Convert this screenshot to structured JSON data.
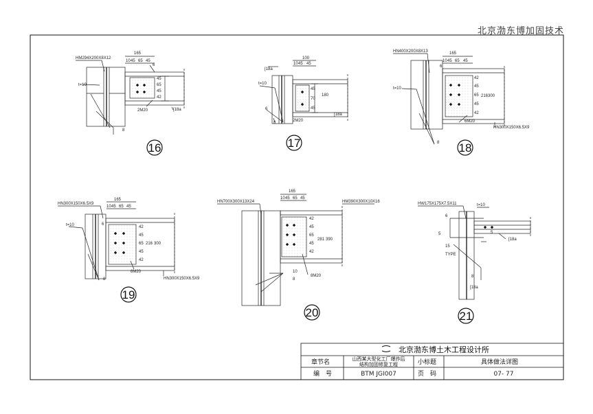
{
  "brand": "北京渤东博加固技术",
  "details": [
    {
      "id": "16",
      "member_label": "HM294X200X8X12",
      "dims_top": [
        "165",
        "10",
        "45",
        "65",
        "45"
      ],
      "dims_side": [
        "45",
        "65",
        "45",
        "42"
      ],
      "bolt_label": "2M20",
      "weld_size": "t=10",
      "fillet_1": "6",
      "fillet_2": "8",
      "channel_label": "[18a"
    },
    {
      "id": "17",
      "dims_top": [
        "100",
        "10",
        "45",
        "45"
      ],
      "dims_side": [
        "45",
        "70",
        "45"
      ],
      "height": "180",
      "bolt_label": "2M20",
      "weld_size": "t=10",
      "fillet_1": "6",
      "fillet_2": "8",
      "channel_top": "[18a",
      "channel_right": "[18a"
    },
    {
      "id": "18",
      "member_label": "HN400X200X8X13",
      "dims_top": [
        "165",
        "10",
        "45",
        "65",
        "45"
      ],
      "dims_side": [
        "42",
        "45",
        "65",
        "45",
        "42"
      ],
      "height": "300",
      "side_dim": "216",
      "bolt_label": "6M20",
      "weld_size": "t=10",
      "fillet_1": "6",
      "fillet_2": "8",
      "beam_label": "HN300X150X6.5X9"
    },
    {
      "id": "19",
      "member_label": "HN300X150X6.5X9",
      "dims_top": [
        "165",
        "10",
        "45",
        "65",
        "45"
      ],
      "dims_side": [
        "42",
        "45",
        "65",
        "45",
        "42"
      ],
      "height": "300",
      "side_dim": "216",
      "bolt_label": "6M20",
      "weld_size": "t=10",
      "fillet_1": "6",
      "fillet_2": "8",
      "beam_label": "HN300X150X6.5X9"
    },
    {
      "id": "20",
      "member_label": "HN700X300X13X24",
      "dims_top": [
        "165",
        "10",
        "45",
        "65",
        "45"
      ],
      "dims_side": [
        "42",
        "45",
        "65",
        "45",
        "42"
      ],
      "height": "390",
      "side_dim": "281",
      "bolt_label": "8M20",
      "fillet_1": "10",
      "fillet_2": "8",
      "beam_label": "HM390X300X10X16"
    },
    {
      "id": "21",
      "member_label": "HW175X175X7.5X11",
      "weld_size": "t=10",
      "fillet_1": "6",
      "fillet_2": "8",
      "note_15": "15",
      "note_type": "TYPE",
      "note_5a": "5",
      "note_5b": "5",
      "channel_1": "[18a",
      "channel_2": "[18a"
    }
  ],
  "title_block": {
    "company": "北京渤东博土木工程设计所",
    "row1": {
      "label": "章节名",
      "project_line1": "山西某大型化工厂爆炸后",
      "project_line2": "结构加固修复工程",
      "sub_label": "小标题",
      "sub_value": "具体做法详图"
    },
    "row2": {
      "label": "编　号",
      "value": "BTM JGI007",
      "page_label": "页　码",
      "page_value": "07- 77"
    }
  }
}
